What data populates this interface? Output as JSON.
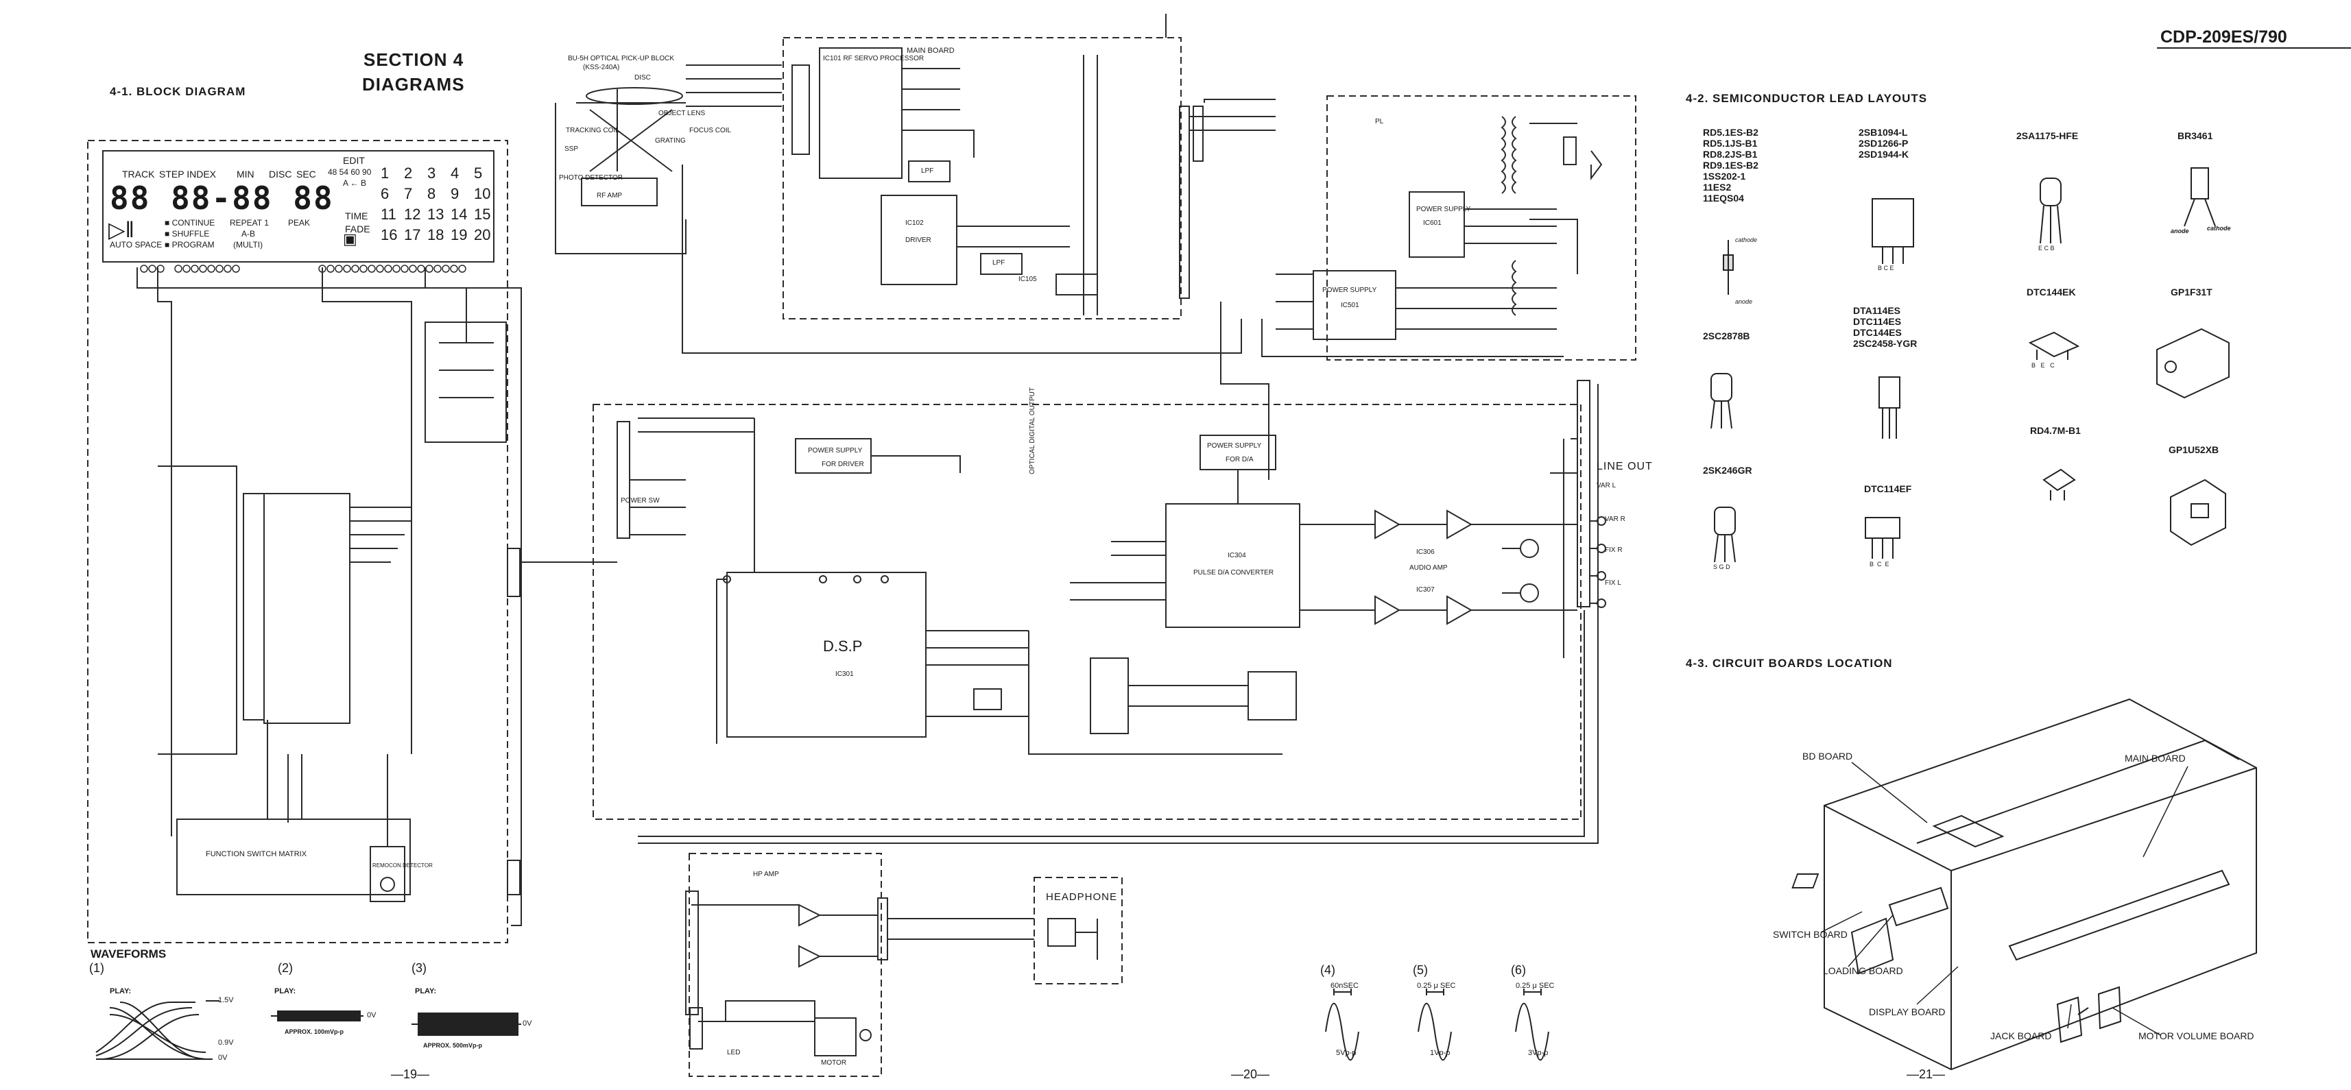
{
  "header": {
    "model": "CDP-209ES/790",
    "section_title": "SECTION 4",
    "section_subtitle": "DIAGRAMS",
    "block_diagram_title": "4-1. BLOCK DIAGRAM",
    "lead_layouts_title": "4-2. SEMICONDUCTOR LEAD LAYOUTS",
    "boards_location_title": "4-3. CIRCUIT BOARDS LOCATION"
  },
  "display_panel": {
    "labels_top": [
      "TRACK",
      "STEP INDEX",
      "MIN",
      "DISC",
      "SEC"
    ],
    "edit_label": "EDIT",
    "edit_values": "48 54 60 90",
    "ab_label": "A ← B",
    "time_label": "TIME",
    "fade_label": "FADE",
    "grid_numbers": [
      "1",
      "2",
      "3",
      "4",
      "5",
      "6",
      "7",
      "8",
      "9",
      "10",
      "11",
      "12",
      "13",
      "14",
      "15",
      "16",
      "17",
      "18",
      "19",
      "20"
    ],
    "indicators": [
      "CONTINUE",
      "REPEAT 1",
      "PEAK",
      "SHUFFLE",
      "A-B",
      "PROGRAM",
      "(MULTI)"
    ],
    "auto_space": "AUTO SPACE"
  },
  "blocks": {
    "optical_pickup": "BU-5H OPTICAL PICK-UP BLOCK",
    "optical_pickup_sub": "(KSS-240A)",
    "disc": "DISC",
    "object_lens": "OBJECT LENS",
    "focus_coil": "FOCUS COIL",
    "tracking_coil": "TRACKING COIL",
    "grating": "GRATING",
    "ssp": "SSP",
    "photo_detector": "PHOTO DETECTOR",
    "rf_amp": "RF AMP",
    "main_board": "MAIN BOARD",
    "rf_servo": "IC101 RF SERVO PROCESSOR",
    "ic102": "IC102",
    "driver": "DRIVER",
    "lpf": "LPF",
    "ic105": "IC105",
    "power_supply": "POWER SUPPLY",
    "ic601": "IC601",
    "ic501": "IC501",
    "power_supply_driver": "POWER SUPPLY",
    "for_driver": "FOR DRIVER",
    "power_supply_da": "POWER SUPPLY",
    "for_da": "FOR D/A",
    "dsp": "D.S.P",
    "ic301": "IC301",
    "pulse_da": "PULSE D/A CONVERTER",
    "ic304": "IC304",
    "audio_amp": "AUDIO AMP",
    "ic306": "IC306",
    "ic307": "IC307",
    "line_out": "LINE OUT",
    "var_l": "VAR L",
    "var_r": "VAR R",
    "fix_r": "FIX R",
    "fix_l": "FIX L",
    "optical_digital_output": "OPTICAL DIGITAL OUTPUT",
    "function_switch_matrix": "FUNCTION SWITCH MATRIX",
    "remote_detector": "REMOCON DETECTOR",
    "hp_amp": "HP AMP",
    "headphone": "HEADPHONE",
    "motor": "MOTOR",
    "led": "LED",
    "power_sw": "POWER SW",
    "pl": "PL"
  },
  "waveforms": {
    "title": "WAVEFORMS",
    "items": [
      {
        "num": "1",
        "label": "PLAY:",
        "v1": "1.5V",
        "v2": "0.9V",
        "v3": "0V"
      },
      {
        "num": "2",
        "label": "PLAY:",
        "v1": "0V",
        "approx": "APPROX. 100mVp-p"
      },
      {
        "num": "3",
        "label": "PLAY:",
        "v1": "0V",
        "approx": "APPROX. 500mVp-p"
      },
      {
        "num": "4",
        "period": "60nSEC",
        "amp": "5Vp-p"
      },
      {
        "num": "5",
        "period": "0.25 μ SEC",
        "amp": "1Vp-p"
      },
      {
        "num": "6",
        "period": "0.25 μ SEC",
        "amp": "3Vp-p"
      }
    ]
  },
  "semiconductors": {
    "groups": [
      {
        "parts": [
          "RD5.1ES-B2",
          "RD5.1JS-B1",
          "RD8.2JS-B1",
          "RD9.1ES-B2",
          "1SS202-1",
          "11ES2",
          "11EQS04"
        ],
        "pins": [
          "cathode",
          "anode"
        ]
      },
      {
        "parts": [
          "2SB1094-L",
          "2SD1266-P",
          "2SD1944-K"
        ],
        "pins": [
          "B",
          "C",
          "E"
        ]
      },
      {
        "parts": [
          "2SA1175-HFE"
        ],
        "pins": [
          "E",
          "C",
          "B"
        ]
      },
      {
        "parts": [
          "BR3461"
        ],
        "pins": [
          "anode",
          "cathode"
        ]
      },
      {
        "parts": [
          "DTA114ES",
          "DTC114ES",
          "DTC144ES",
          "2SC2458-YGR"
        ],
        "pins": []
      },
      {
        "parts": [
          "DTC144EK"
        ],
        "pins": [
          "B",
          "E",
          "C"
        ]
      },
      {
        "parts": [
          "GP1F31T"
        ],
        "pins": []
      },
      {
        "parts": [
          "2SC2878B"
        ],
        "pins": []
      },
      {
        "parts": [
          "RD4.7M-B1"
        ],
        "pins": []
      },
      {
        "parts": [
          "GP1U52XB"
        ],
        "pins": []
      },
      {
        "parts": [
          "2SK246GR"
        ],
        "pins": [
          "S",
          "G",
          "D"
        ]
      },
      {
        "parts": [
          "DTC114EF"
        ],
        "pins": [
          "B",
          "C",
          "E"
        ]
      }
    ]
  },
  "boards": [
    "BD BOARD",
    "MAIN BOARD",
    "SWITCH BOARD",
    "LOADING BOARD",
    "DISPLAY BOARD",
    "JACK BOARD",
    "MOTOR VOLUME BOARD"
  ],
  "page_numbers": [
    "—19—",
    "—20—",
    "—21—"
  ]
}
